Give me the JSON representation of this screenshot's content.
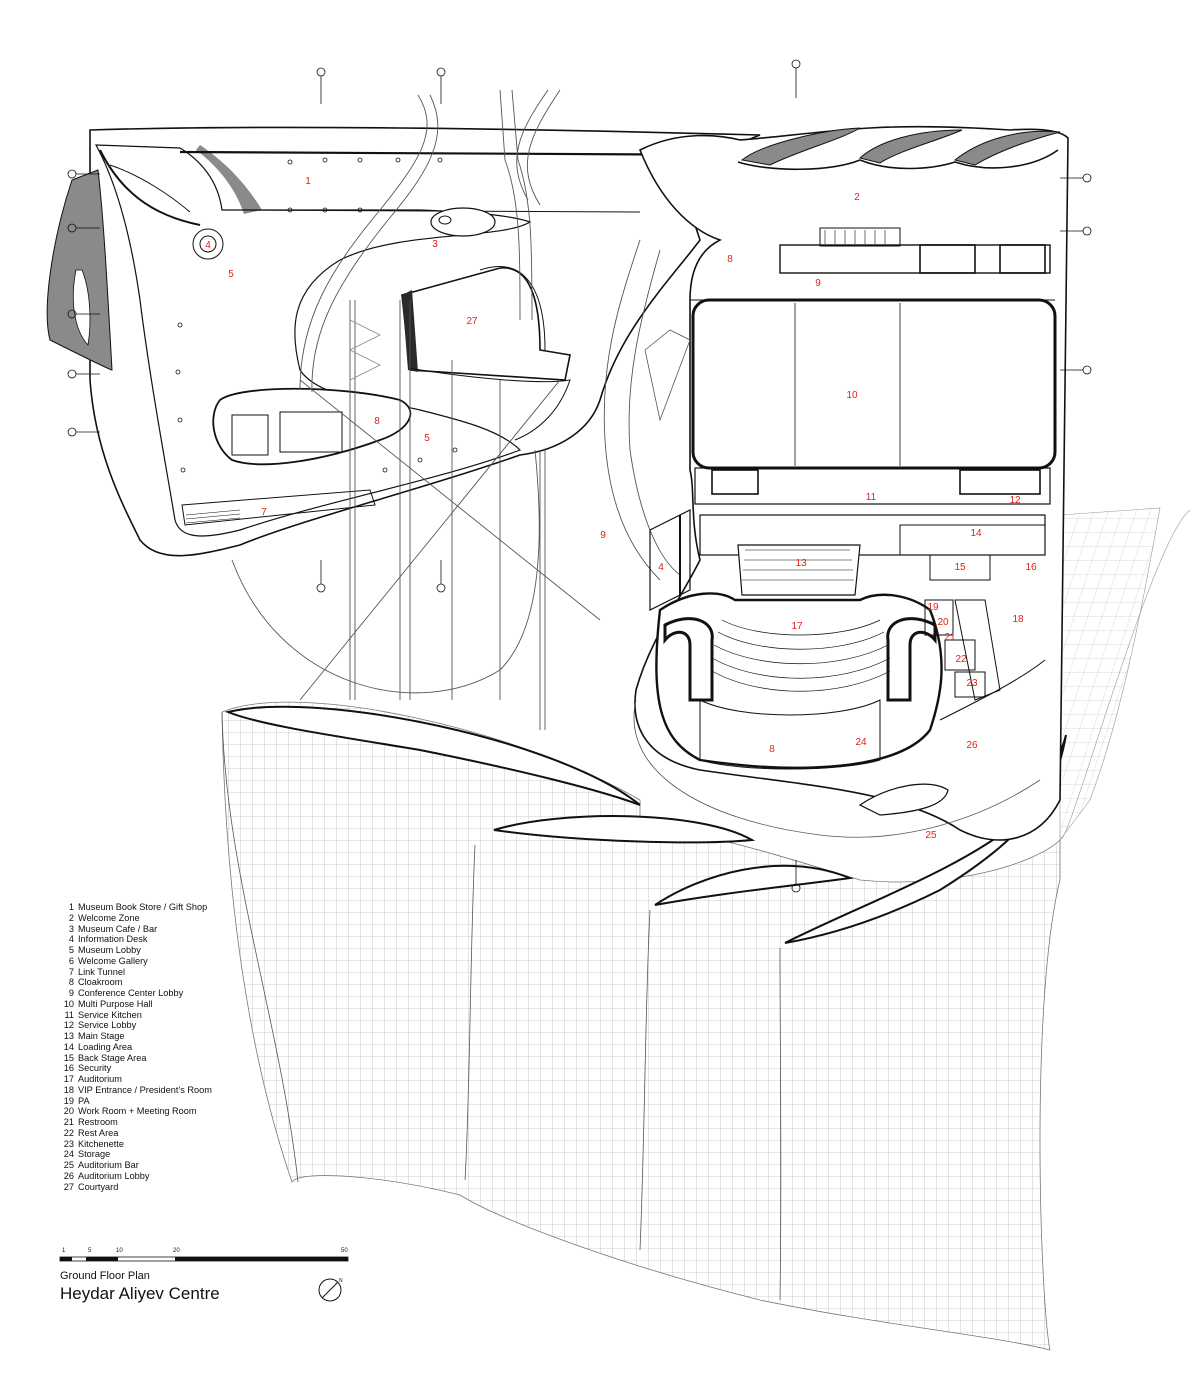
{
  "drawing": {
    "subtitle": "Ground Floor Plan",
    "title": "Heydar Aliyev Centre"
  },
  "scale_bar": {
    "labels": [
      "1",
      "5",
      "10",
      "20",
      "50"
    ]
  },
  "legend": [
    {
      "num": "1",
      "label": "Museum Book Store / Gift Shop"
    },
    {
      "num": "2",
      "label": "Welcome Zone"
    },
    {
      "num": "3",
      "label": "Museum Cafe / Bar"
    },
    {
      "num": "4",
      "label": "Information Desk"
    },
    {
      "num": "5",
      "label": "Museum Lobby"
    },
    {
      "num": "6",
      "label": "Welcome Gallery"
    },
    {
      "num": "7",
      "label": "Link Tunnel"
    },
    {
      "num": "8",
      "label": "Cloakroom"
    },
    {
      "num": "9",
      "label": "Conference Center Lobby"
    },
    {
      "num": "10",
      "label": "Multi Purpose Hall"
    },
    {
      "num": "11",
      "label": "Service Kitchen"
    },
    {
      "num": "12",
      "label": "Service Lobby"
    },
    {
      "num": "13",
      "label": "Main Stage"
    },
    {
      "num": "14",
      "label": "Loading Area"
    },
    {
      "num": "15",
      "label": "Back Stage Area"
    },
    {
      "num": "16",
      "label": "Security"
    },
    {
      "num": "17",
      "label": "Auditorium"
    },
    {
      "num": "18",
      "label": "VIP Entrance / President's Room"
    },
    {
      "num": "19",
      "label": "PA"
    },
    {
      "num": "20",
      "label": "Work Room + Meeting Room"
    },
    {
      "num": "21",
      "label": "Restroom"
    },
    {
      "num": "22",
      "label": "Rest Area"
    },
    {
      "num": "23",
      "label": "Kitchenette"
    },
    {
      "num": "24",
      "label": "Storage"
    },
    {
      "num": "25",
      "label": "Auditorium Bar"
    },
    {
      "num": "26",
      "label": "Auditorium Lobby"
    },
    {
      "num": "27",
      "label": "Courtyard"
    }
  ],
  "room_labels": [
    "1",
    "2",
    "3",
    "4",
    "5",
    "5",
    "7",
    "8",
    "8",
    "9",
    "9",
    "10",
    "11",
    "12",
    "13",
    "14",
    "15",
    "16",
    "17",
    "18",
    "19",
    "20",
    "21",
    "22",
    "23",
    "24",
    "8",
    "26",
    "25",
    "27",
    "4"
  ],
  "colors": {
    "room_number": "#e0201b",
    "linework": "#111111",
    "solid_fill": "#808080",
    "grid": "#9a9a9a"
  }
}
